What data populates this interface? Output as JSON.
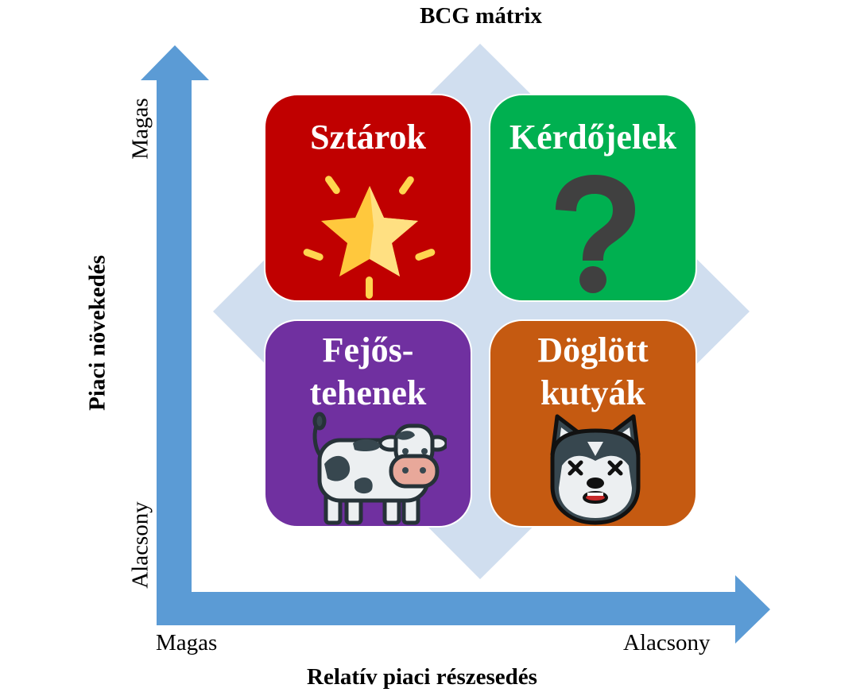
{
  "title": "BCG mátrix",
  "x_axis": {
    "title": "Relatív piaci részesedés",
    "tick_left": "Magas",
    "tick_right": "Alacsony"
  },
  "y_axis": {
    "title": "Piaci növekedés",
    "tick_top": "Magas",
    "tick_bottom": "Alacsony"
  },
  "colors": {
    "arrow": "#5b9bd5",
    "diamond": "#d0deef",
    "stars": "#c00000",
    "question_marks": "#00b050",
    "cash_cows": "#7030a0",
    "dogs": "#c55a11"
  },
  "quadrants": {
    "stars": {
      "label": "Sztárok",
      "icon": "star-icon"
    },
    "question_marks": {
      "label": "Kérdőjelek",
      "icon": "question-mark-icon"
    },
    "cash_cows": {
      "label_line1": "Fejős-",
      "label_line2": "tehenek",
      "icon": "cow-icon"
    },
    "dogs": {
      "label_line1": "Döglött",
      "label_line2": "kutyák",
      "icon": "dead-dog-icon"
    }
  }
}
